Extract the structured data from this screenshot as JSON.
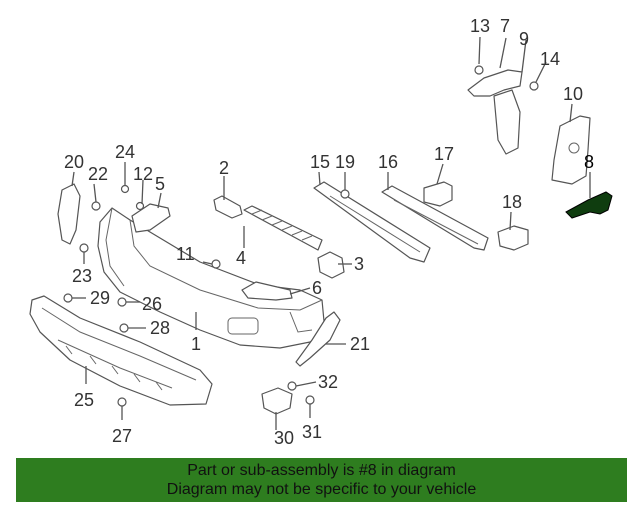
{
  "callouts": {
    "c1": "1",
    "c2": "2",
    "c3": "3",
    "c4": "4",
    "c5": "5",
    "c6": "6",
    "c7": "7",
    "c8": "8",
    "c9": "9",
    "c10": "10",
    "c11": "11",
    "c12": "12",
    "c13": "13",
    "c14": "14",
    "c15": "15",
    "c16": "16",
    "c17": "17",
    "c18": "18",
    "c19": "19",
    "c20": "20",
    "c21": "21",
    "c22": "22",
    "c23": "23",
    "c24": "24",
    "c25": "25",
    "c26": "26",
    "c27": "27",
    "c28": "28",
    "c29": "29",
    "c30": "30",
    "c31": "31",
    "c32": "32"
  },
  "highlight": {
    "part_number": "8",
    "color": "#0f3d0f"
  },
  "banner": {
    "line1": "Part or sub-assembly is #8 in diagram",
    "line2": "Diagram may not be specific to your vehicle",
    "background": "#2e7d1f"
  }
}
